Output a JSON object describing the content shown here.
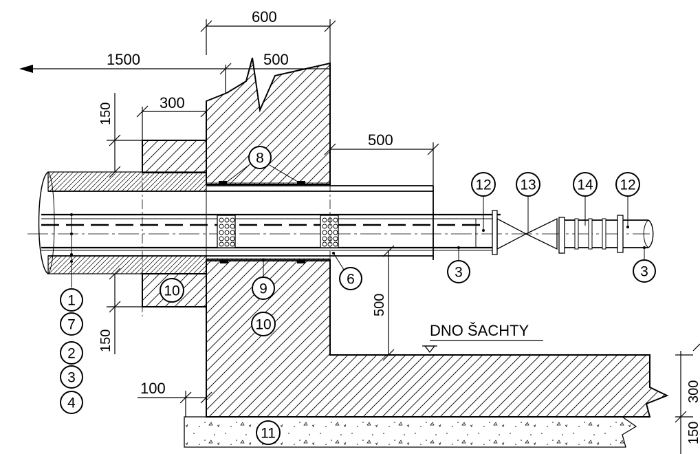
{
  "drawing": {
    "dimensions": {
      "top_600": "600",
      "left_1500": "1500",
      "top_500": "500",
      "upper_150": "150",
      "collar_300": "300",
      "right_500": "500",
      "vertical_500": "500",
      "lower_150": "150",
      "bottom_100": "100",
      "right_edge_300": "300",
      "right_edge_150": "150"
    },
    "callouts": {
      "c1": "1",
      "c7": "7",
      "c2": "2",
      "c3": "3",
      "c4": "4",
      "c8": "8",
      "c9": "9",
      "c10_mid": "10",
      "c10_left": "10",
      "c6": "6",
      "c11": "11",
      "c12_a": "12",
      "c13": "13",
      "c14": "14",
      "c12_b": "12",
      "c3_a": "3",
      "c3_b": "3"
    },
    "level_label": "DNO ŠACHTY"
  }
}
